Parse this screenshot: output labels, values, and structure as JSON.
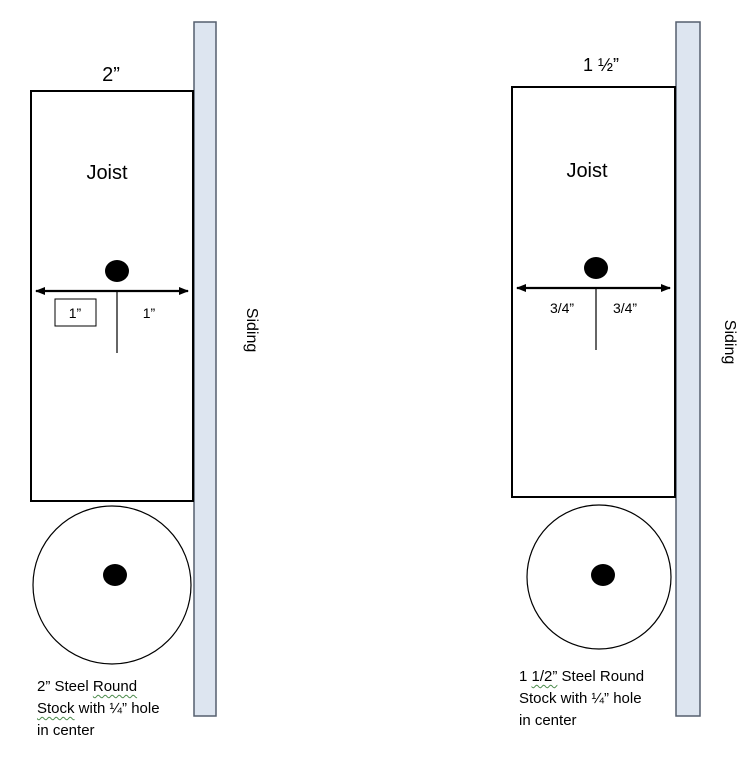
{
  "left": {
    "width_label": "2”",
    "joist_label": "Joist",
    "left_dim": "1”",
    "right_dim": "1”",
    "siding_label": "Siding",
    "caption": {
      "line1_prefix": "2” Steel ",
      "line1_word": "Round",
      "line2_word": "Stock",
      "line2_rest": " with ¼” hole",
      "line3": "in center"
    }
  },
  "right": {
    "width_label": "1 ½”",
    "joist_label": "Joist",
    "left_dim": "3/4”",
    "right_dim": "3/4”",
    "siding_label": "Siding",
    "caption": {
      "line1_prefix": "1 ",
      "line1_word": "1/2”",
      "line1_rest": " Steel Round",
      "line2": "Stock with ¼” hole",
      "line3": "in center"
    }
  },
  "colors": {
    "siding_fill": "#dde5f0",
    "siding_stroke": "#555f6e",
    "outline": "#000000",
    "spell_underline": "#4a8a4a"
  }
}
